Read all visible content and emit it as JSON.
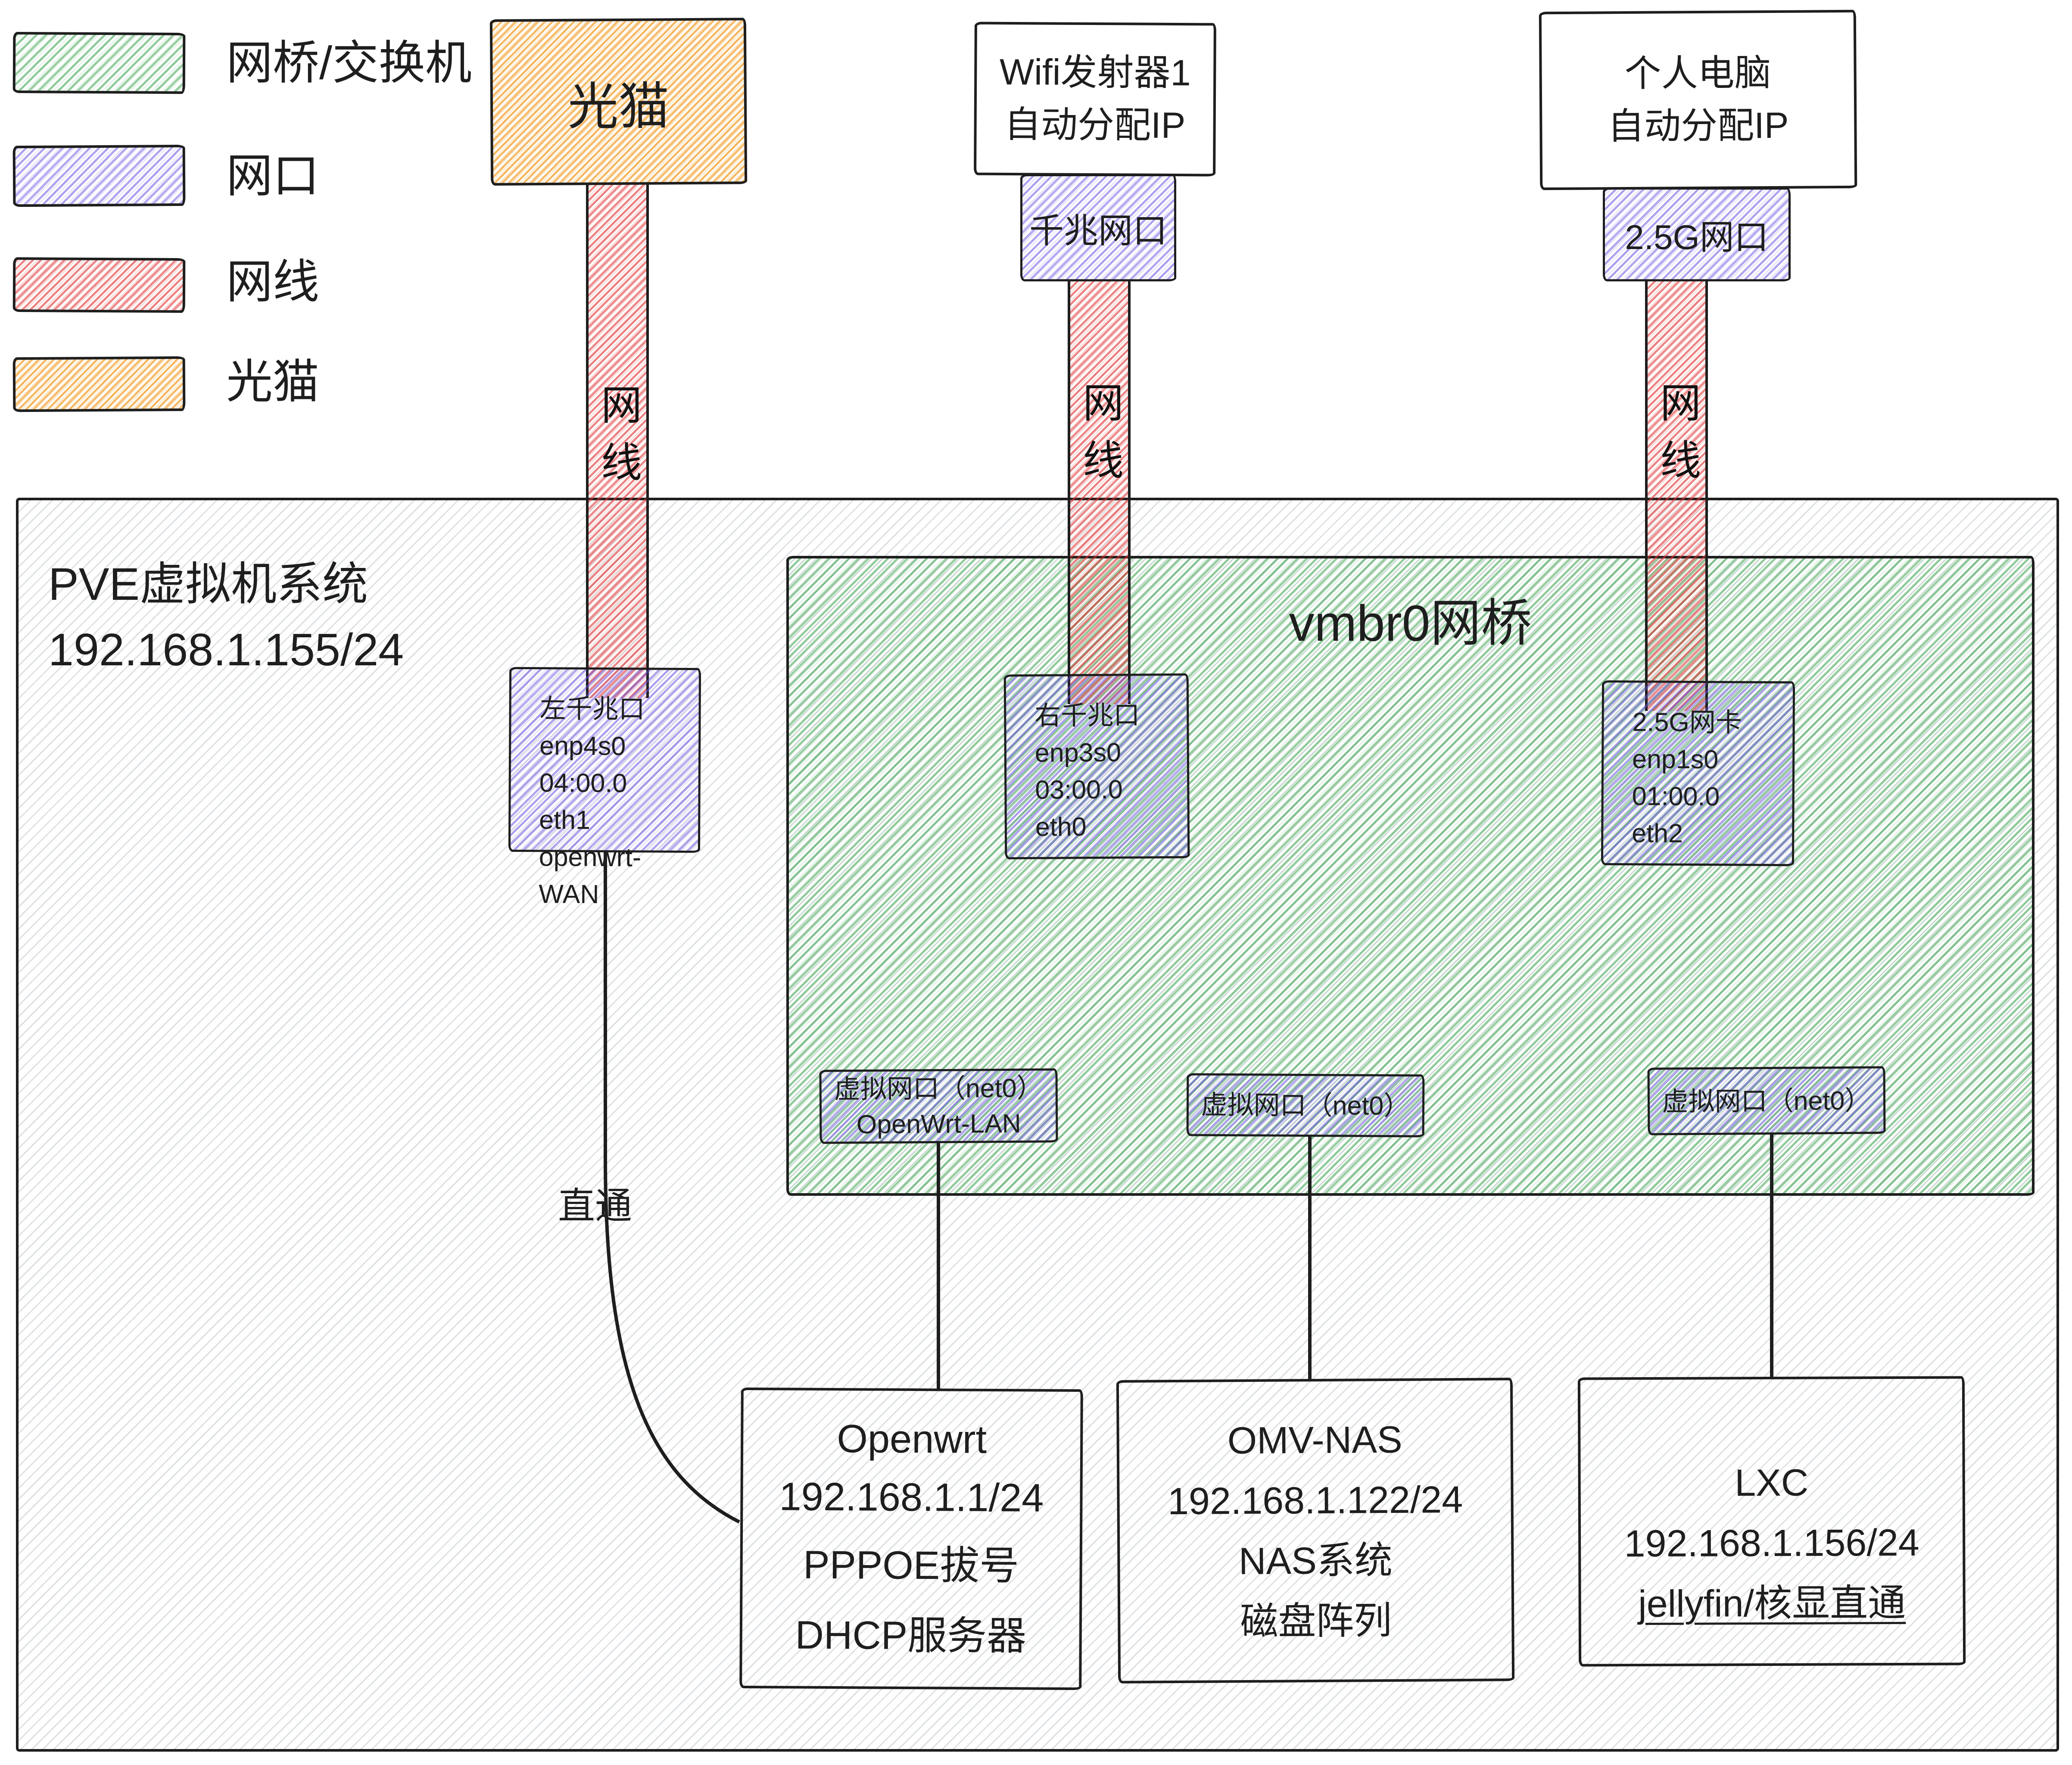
{
  "legend": {
    "items": [
      {
        "label": "网桥/交换机",
        "color": "#2f9e44"
      },
      {
        "label": "网口",
        "color": "#6a4de0"
      },
      {
        "label": "网线",
        "color": "#e03131"
      },
      {
        "label": "光猫",
        "color": "#f08c00"
      }
    ]
  },
  "devices": {
    "modem": {
      "label": "光猫"
    },
    "wifi": {
      "name": "Wifi发射器1",
      "note": "自动分配IP",
      "port": "千兆网口"
    },
    "pc": {
      "name": "个人电脑",
      "note": "自动分配IP",
      "port": "2.5G网口"
    }
  },
  "cable_label": "网线",
  "pve": {
    "name": "PVE虚拟机系统",
    "ip": "192.168.1.155/24"
  },
  "bridge": {
    "name": "vmbr0网桥"
  },
  "nics": {
    "left": {
      "lines": [
        "左千兆口",
        "enp4s0",
        "04:00.0",
        "eth1",
        "openwrt-WAN"
      ]
    },
    "middle": {
      "lines": [
        "右千兆口",
        "enp3s0",
        "03:00.0",
        "eth0"
      ]
    },
    "right": {
      "lines": [
        "2.5G网卡",
        "enp1s0",
        "01:00.0",
        "eth2"
      ]
    }
  },
  "virtual_ports": {
    "openwrt": {
      "line1": "虚拟网口（net0）",
      "line2": "OpenWrt-LAN"
    },
    "omv": {
      "line1": "虚拟网口（net0）"
    },
    "lxc": {
      "line1": "虚拟网口（net0）"
    }
  },
  "passthrough_label": "直通",
  "vms": {
    "openwrt": {
      "lines": [
        "Openwrt",
        "192.168.1.1/24",
        "PPPOE拔号",
        "DHCP服务器"
      ]
    },
    "omv": {
      "lines": [
        "OMV-NAS",
        "192.168.1.122/24",
        "NAS系统",
        "磁盘阵列"
      ]
    },
    "lxc": {
      "lines": [
        "LXC",
        "192.168.1.156/24",
        "jellyfin/核显直通"
      ]
    }
  },
  "colors": {
    "bridge_green": "#2f9e44",
    "port_purple": "#6a4de0",
    "cable_red": "#e03131",
    "modem_yellow": "#f08c00",
    "pve_hatch_gray": "#8d97a2",
    "ink": "#1e1e1e"
  }
}
